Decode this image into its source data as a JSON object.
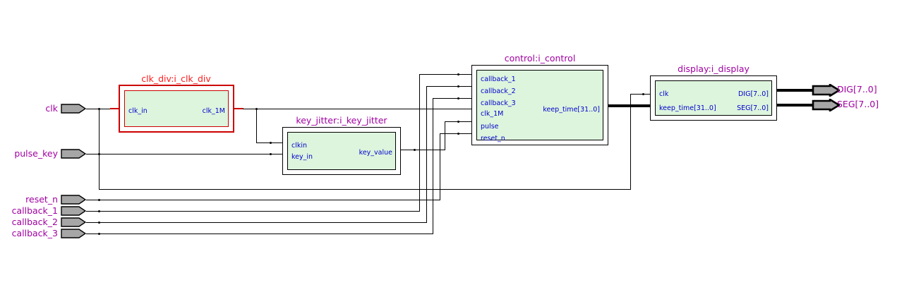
{
  "diagram": {
    "title": "RTL schematic viewer",
    "kind": "rtl-netlist-schematic",
    "colors": {
      "block_fill": "#ddf5dd",
      "block_border": "#000000",
      "selected_border": "#cc0000",
      "instance_title": "#a000a0",
      "selected_title": "#ff1a1a",
      "pin_label": "#0000cc",
      "port_label": "#a000a0",
      "port_pin_fill": "#a6a6a6",
      "wire": "#000000",
      "selected_wire": "#cc0000"
    }
  },
  "input_ports": [
    {
      "name": "clk",
      "label": "clk"
    },
    {
      "name": "pulse_key",
      "label": "pulse_key"
    },
    {
      "name": "reset_n",
      "label": "reset_n"
    },
    {
      "name": "callback_1",
      "label": "callback_1"
    },
    {
      "name": "callback_2",
      "label": "callback_2"
    },
    {
      "name": "callback_3",
      "label": "callback_3"
    }
  ],
  "output_ports": [
    {
      "name": "DIG",
      "label": "DIG[7..0]"
    },
    {
      "name": "SEG",
      "label": "SEG[7..0]"
    }
  ],
  "blocks": [
    {
      "name": "clk_div",
      "title": "clk_div:i_clk_div",
      "selected": true,
      "inputs": [
        {
          "label": "clk_in"
        }
      ],
      "outputs": [
        {
          "label": "clk_1M"
        }
      ]
    },
    {
      "name": "key_jitter",
      "title": "key_jitter:i_key_jitter",
      "selected": false,
      "inputs": [
        {
          "label": "clkin"
        },
        {
          "label": "key_in"
        }
      ],
      "outputs": [
        {
          "label": "key_value"
        }
      ]
    },
    {
      "name": "control",
      "title": "control:i_control",
      "selected": false,
      "inputs": [
        {
          "label": "callback_1"
        },
        {
          "label": "callback_2"
        },
        {
          "label": "callback_3"
        },
        {
          "label": "clk_1M"
        },
        {
          "label": "pulse"
        },
        {
          "label": "reset_n"
        }
      ],
      "outputs": [
        {
          "label": "keep_time[31..0]"
        }
      ]
    },
    {
      "name": "display",
      "title": "display:i_display",
      "selected": false,
      "inputs": [
        {
          "label": "clk"
        },
        {
          "label": "keep_time[31..0]"
        }
      ],
      "outputs": [
        {
          "label": "DIG[7..0]"
        },
        {
          "label": "SEG[7..0]"
        }
      ]
    }
  ],
  "nets": [
    {
      "from": "clk",
      "to": "clk_div.clk_in"
    },
    {
      "from": "clk",
      "to": "display.clk"
    },
    {
      "from": "clk_div.clk_1M",
      "to": "key_jitter.clkin"
    },
    {
      "from": "clk_div.clk_1M",
      "to": "control.clk_1M"
    },
    {
      "from": "pulse_key",
      "to": "key_jitter.key_in"
    },
    {
      "from": "key_jitter.key_value",
      "to": "control.pulse"
    },
    {
      "from": "reset_n",
      "to": "control.reset_n"
    },
    {
      "from": "callback_1",
      "to": "control.callback_1"
    },
    {
      "from": "callback_2",
      "to": "control.callback_2"
    },
    {
      "from": "callback_3",
      "to": "control.callback_3"
    },
    {
      "from": "control.keep_time[31..0]",
      "to": "display.keep_time[31..0]"
    },
    {
      "from": "display.DIG[7..0]",
      "to": "DIG"
    },
    {
      "from": "display.SEG[7..0]",
      "to": "SEG"
    }
  ]
}
